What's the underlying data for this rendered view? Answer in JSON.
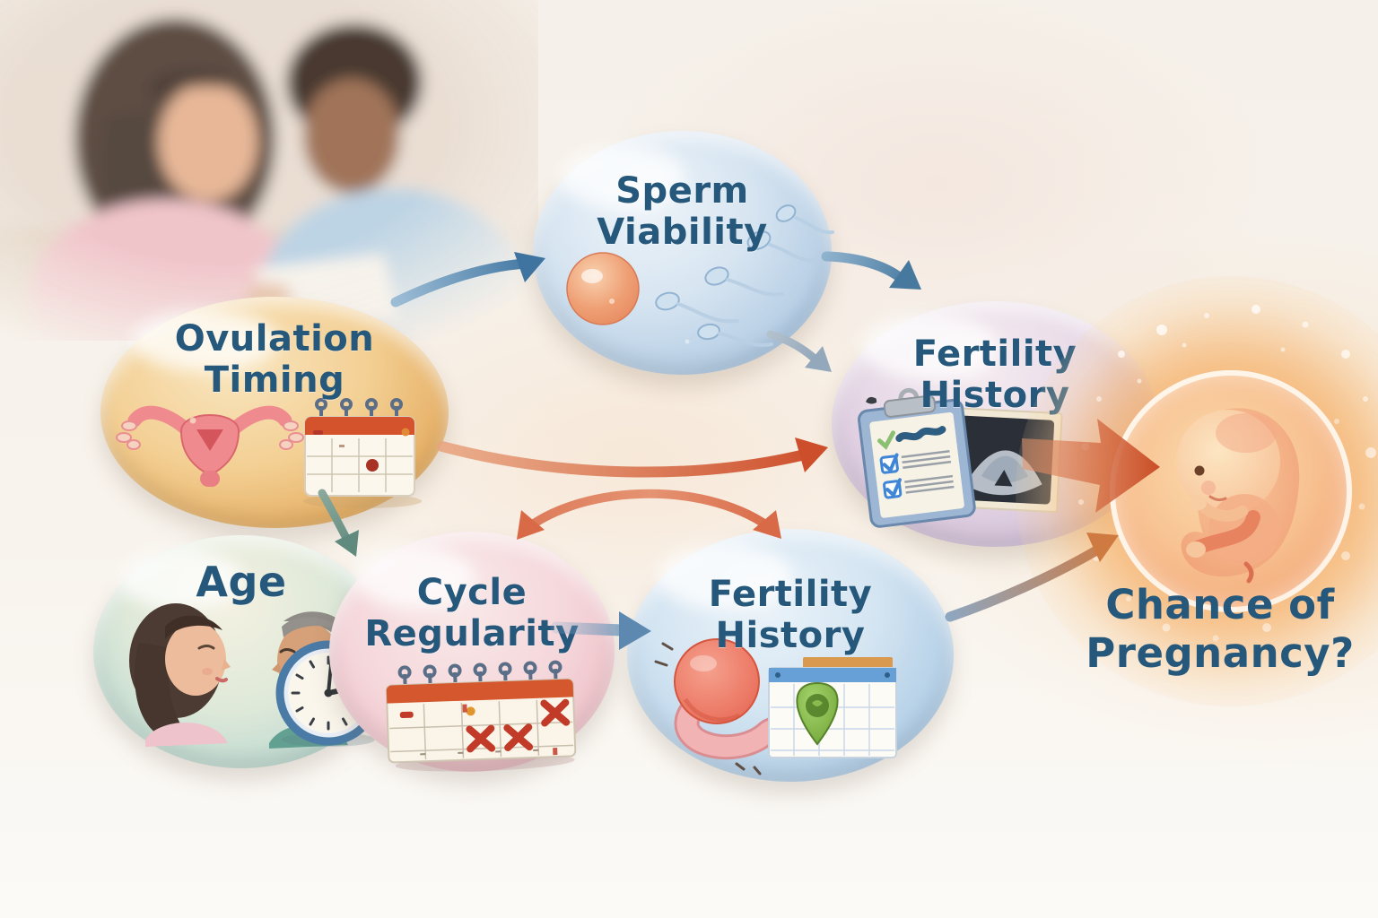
{
  "diagram": {
    "nodes": [
      {
        "id": "ovulation-timing",
        "label": "Ovulation\nTiming",
        "fill": "#eec184",
        "edge": "#cd8f3e",
        "text_color": "#26587c",
        "icons": [
          "uterus-icon",
          "calendar-icon"
        ]
      },
      {
        "id": "sperm-viability",
        "label": "Sperm\nViability",
        "fill": "#c6dbee",
        "edge": "#6f9cc6",
        "text_color": "#26587c",
        "icons": [
          "egg-cell-icon",
          "sperm-cells-icon"
        ]
      },
      {
        "id": "fertility-history-top",
        "label": "Fertility\nHistory",
        "fill": "#d9c6dc",
        "edge": "#ab93b5",
        "text_color": "#26587c",
        "icons": [
          "clipboard-checklist-icon",
          "ultrasound-photo-icon"
        ]
      },
      {
        "id": "age",
        "label": "Age",
        "fill": "#cfe0d2",
        "edge": "#649a92",
        "text_color": "#26587c",
        "icons": [
          "woman-profile-icon",
          "man-profile-icon",
          "clock-icon"
        ]
      },
      {
        "id": "cycle-regularity",
        "label": "Cycle\nRegularity",
        "fill": "#f4ccd1",
        "edge": "#d99ca6",
        "text_color": "#26587c",
        "icons": [
          "calendar-x-marks-icon"
        ]
      },
      {
        "id": "fertility-history-bottom",
        "label": "Fertility\nHistory",
        "fill": "#b9d4e9",
        "edge": "#6f9cc6",
        "text_color": "#26587c",
        "icons": [
          "uterus-tissue-icon",
          "calendar-location-pin-icon"
        ]
      },
      {
        "id": "chance-of-pregnancy",
        "label": "Chance of\nPregnancy?",
        "fill": "#f5a96a",
        "text_color": "#26587c",
        "icons": [
          "fetus-icon"
        ]
      }
    ],
    "arrows": [
      {
        "from": "ovulation-timing",
        "to": "sperm-viability",
        "color": "#3f74a0"
      },
      {
        "from": "sperm-viability",
        "to": "fertility-history-top",
        "color": "#47799f"
      },
      {
        "from": "sperm-viability",
        "to": "fertility-history-top",
        "color": "#94a8bb",
        "variant": "lower"
      },
      {
        "from": "ovulation-timing",
        "to": "fertility-history-top",
        "color": "#cd4e2b"
      },
      {
        "from": "fertility-history-top",
        "to": "cycle-regularity",
        "color": "#d96a47"
      },
      {
        "from": "ovulation-timing",
        "to": "fertility-history-bottom",
        "color": "#d96a47"
      },
      {
        "from": "ovulation-timing",
        "to": "cycle-regularity",
        "color": "#6f958a"
      },
      {
        "from": "cycle-regularity",
        "to": "fertility-history-bottom",
        "color": "#5d89b0"
      },
      {
        "from": "fertility-history-bottom",
        "to": "chance-of-pregnancy",
        "color": "#cf7a40"
      },
      {
        "from": "fertility-history-top",
        "to": "chance-of-pregnancy",
        "color": "#c94e28"
      }
    ],
    "photo": {
      "name": "couple-reviewing-calendar-photo"
    },
    "colors": {
      "background": "#f7f2eb",
      "label_text": "#26587c",
      "glow": "#f5a96a"
    }
  }
}
